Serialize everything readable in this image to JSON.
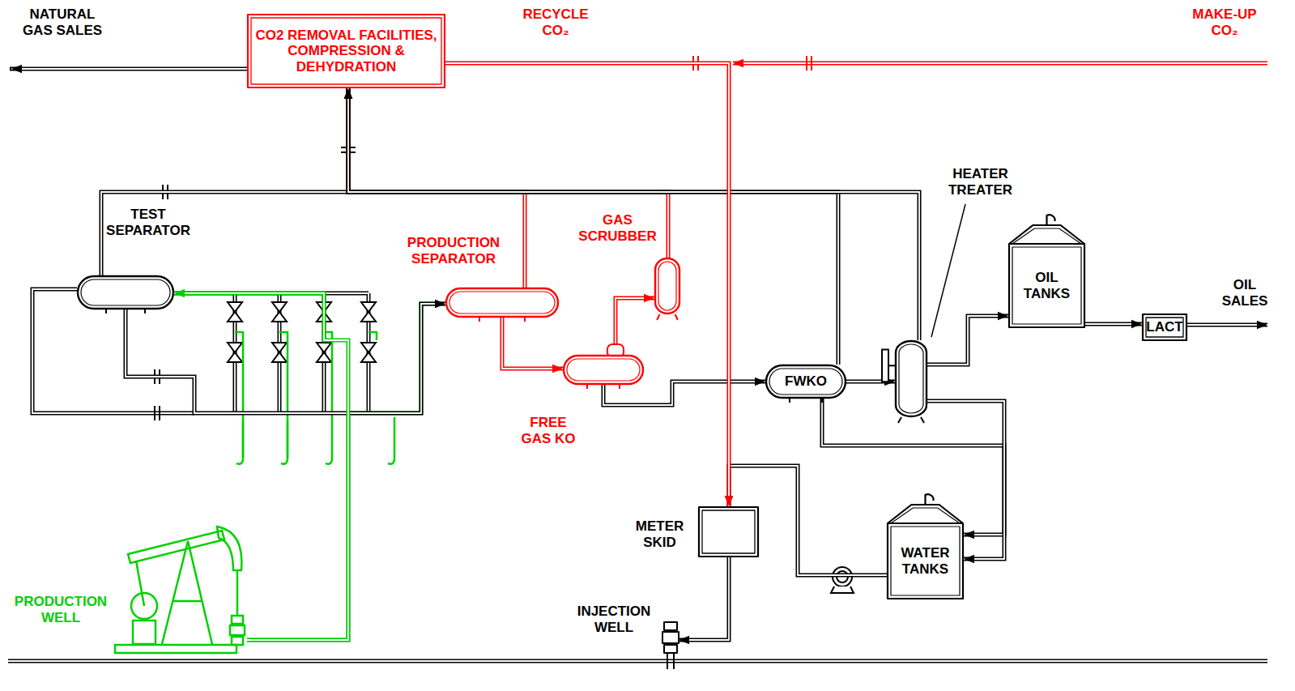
{
  "diagram": {
    "nodes": [
      {
        "text": [
          "CO2 REMOVAL FACILITIES, COMPRESSION & DEHYDRATION"
        ]
      },
      {
        "text": [
          "TEST SEPARATOR"
        ]
      },
      {
        "text": [
          "PRODUCTION SEPARATOR"
        ]
      },
      {
        "text": [
          "GAS SCRUBBER"
        ]
      },
      {
        "text": [
          "HEATER TREATER"
        ]
      },
      {
        "text": [
          "OIL TANKS"
        ]
      },
      {
        "text": [
          "LACT"
        ]
      },
      {
        "text": [
          "FREE GAS KO"
        ]
      },
      {
        "text": [
          "FWKO"
        ]
      },
      {
        "text": [
          "METER SKID"
        ]
      },
      {
        "text": [
          "WATER TANKS"
        ]
      },
      {
        "text": [
          "PRODUCTION WELL"
        ]
      },
      {
        "text": [
          "INJECTION WELL"
        ]
      }
    ],
    "edges": [
      {
        "from": 1,
        "to": 0,
        "arrow": "to"
      },
      {
        "from": 2,
        "to": 0,
        "arrow": "to"
      },
      {
        "from": 3,
        "to": 0,
        "arrow": "to"
      },
      {
        "from": 8,
        "to": 0,
        "arrow": "to"
      },
      {
        "from": 4,
        "to": 0,
        "arrow": "to"
      },
      {
        "from": 11,
        "to": 2,
        "arrow": "to"
      },
      {
        "from": 1,
        "to": 2,
        "arrow": "to"
      },
      {
        "from": 2,
        "to": 7,
        "arrow": "to"
      },
      {
        "from": 7,
        "to": 3,
        "arrow": "to"
      },
      {
        "from": 7,
        "to": 8,
        "arrow": "to"
      },
      {
        "from": 8,
        "to": 4,
        "arrow": "to"
      },
      {
        "from": 8,
        "to": 10,
        "arrow": "to"
      },
      {
        "from": 4,
        "to": 10,
        "arrow": "to"
      },
      {
        "from": 4,
        "to": 5,
        "arrow": "to"
      },
      {
        "from": 5,
        "to": 6,
        "arrow": "to"
      },
      {
        "from": 10,
        "to": 9,
        "arrow": "to"
      },
      {
        "from": 0,
        "to": 9,
        "arrow": "to"
      },
      {
        "from": 9,
        "to": 12,
        "arrow": "to"
      },
      {
        "from": 11,
        "to": 1,
        "arrow": "to"
      }
    ],
    "labels": [
      "NATURAL GAS SALES",
      "RECYCLE CO₂",
      "MAKE-UP CO₂",
      "OIL SALES"
    ]
  }
}
